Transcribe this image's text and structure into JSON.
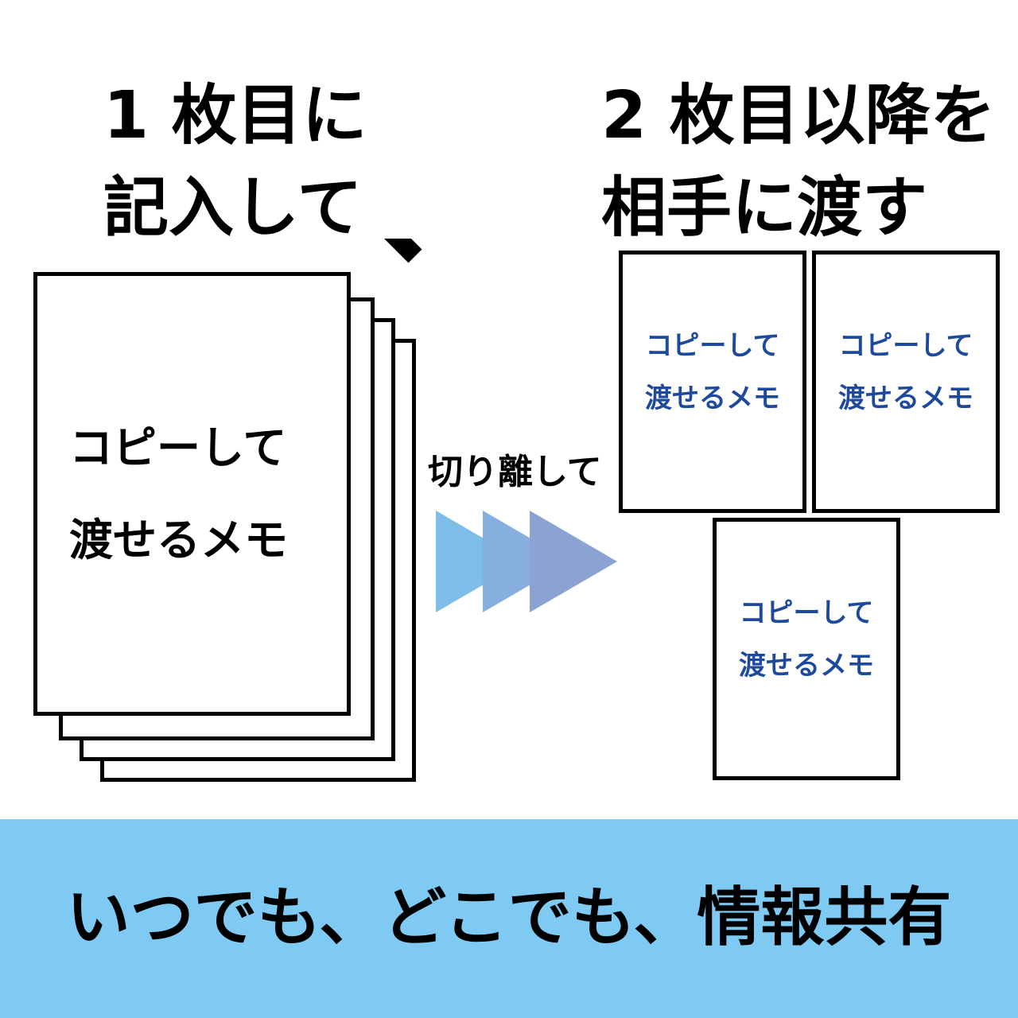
{
  "headings": {
    "left": [
      "1 枚目に",
      "記入して"
    ],
    "right": [
      "2 枚目以降を",
      "相手に渡す"
    ]
  },
  "memo": {
    "line1": "コピーして",
    "line2": "渡せるメモ"
  },
  "cut_label": "切り離して",
  "footer": {
    "text": "いつでも、どこでも、情報共有"
  },
  "colors": {
    "memo_copy_text": "#1d4a9c",
    "footer_band": "#7fcaf2",
    "arrow_1": "#7fbde9",
    "arrow_2": "#86afe0",
    "arrow_3": "#8aa3d3",
    "outline": "#000000"
  },
  "icons": {
    "pen": "pen-icon",
    "arrows": "triple-chevron-arrow-icon"
  }
}
